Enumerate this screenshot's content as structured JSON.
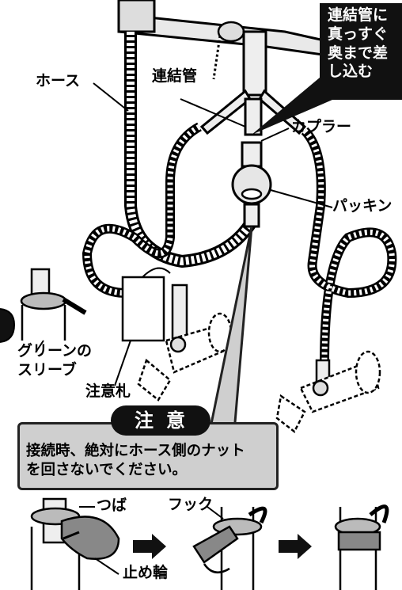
{
  "labels": {
    "hose": "ホース",
    "connecting_pipe": "連結管",
    "coupler": "カプラー",
    "packing": "パッキン",
    "green_sleeve_line1": "グリーンの",
    "green_sleeve_line2": "スリーブ",
    "tag": "注意札",
    "flange": "つば",
    "hook": "フック",
    "retaining_ring": "止め輪"
  },
  "callout": {
    "line1": "連結管に",
    "line2": "真っすぐ",
    "line3": "奥まで差",
    "line4": "し込む"
  },
  "caution": {
    "title": "注意",
    "line1": "接続時、絶対にホース側のナット",
    "line2": "を回さないでください。"
  },
  "colors": {
    "ink": "#000000",
    "callout_bg": "#111111",
    "caution_bg": "#cfcfcf",
    "pipe_fill": "#eeeeee"
  }
}
